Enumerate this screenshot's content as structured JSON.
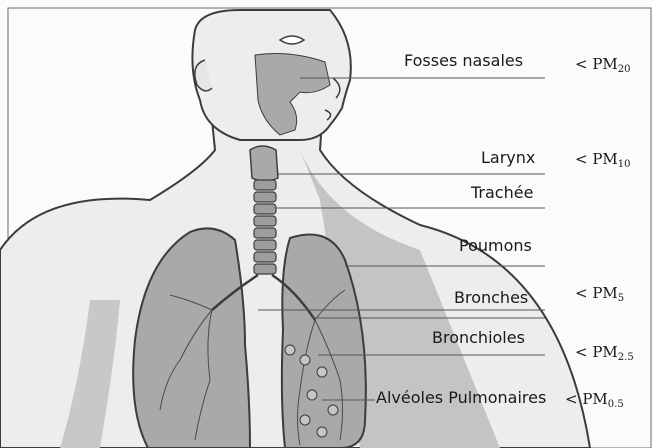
{
  "organs": [
    {
      "label": "Fosses nasales"
    },
    {
      "label": "Larynx"
    },
    {
      "label": "Trachée"
    },
    {
      "label": "Poumons"
    },
    {
      "label": "Bronches"
    },
    {
      "label": "Bronchioles"
    },
    {
      "label": "Alvéoles Pulmonaires"
    }
  ],
  "particles": [
    {
      "prefix": "< PM",
      "size": "20"
    },
    {
      "prefix": "< PM",
      "size": "10"
    },
    {
      "prefix": "< PM",
      "size": "5"
    },
    {
      "prefix": "< PM",
      "size": "2.5"
    },
    {
      "prefix": "< PM",
      "size": "0.5"
    }
  ],
  "colors": {
    "shading": "#a9a9a9",
    "outline": "#3c3c3c",
    "background": "#fbfbfb"
  }
}
